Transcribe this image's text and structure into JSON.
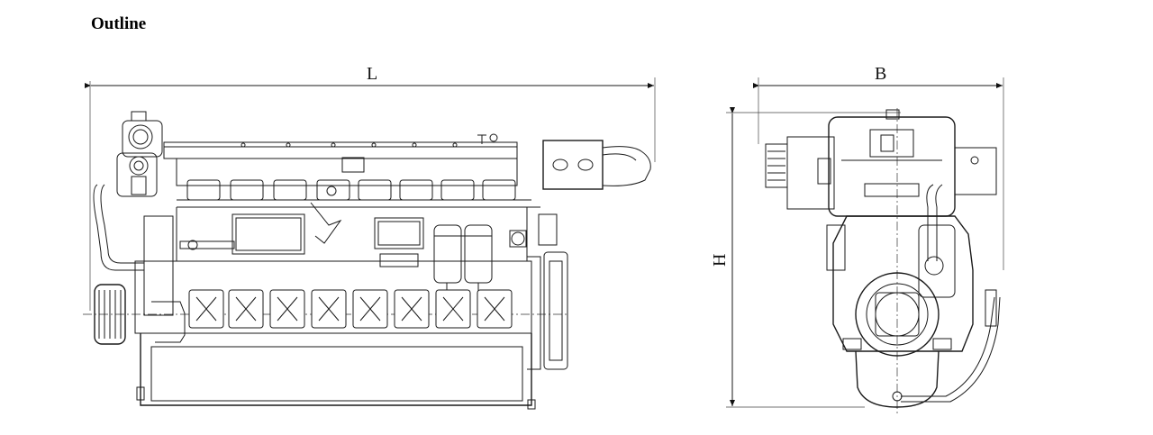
{
  "title": "Outline",
  "dimensions": {
    "length": "L",
    "breadth": "B",
    "height": "H"
  },
  "views": [
    "side-view",
    "front-view"
  ]
}
